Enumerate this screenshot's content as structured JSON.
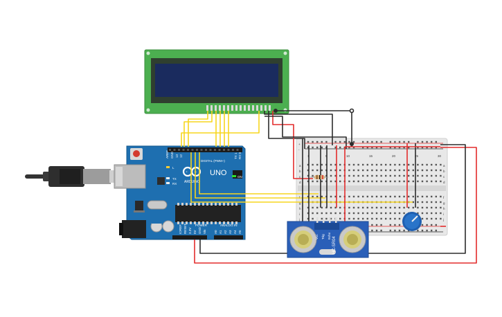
{
  "canvas": {
    "background": "#ffffff"
  },
  "components": {
    "lcd": {
      "name": "16x2 LCD",
      "board_color": "#4caf50",
      "screen_color": "#1a2b5e",
      "pin_count": 16
    },
    "arduino": {
      "name": "Arduino UNO",
      "board_color": "#1e6fb0",
      "logo_text": "ARDUINO",
      "model_text": "UNO",
      "digital_header_label": "DIGITAL (PWM~)",
      "power_label": "POWER",
      "analog_label": "ANALOG IN",
      "on_label": "ON",
      "digital_pins": [
        "AREF",
        "GND",
        "13",
        "12",
        "~11",
        "~10",
        "~9",
        "8",
        "7",
        "~6",
        "~5",
        "4",
        "~3",
        "2",
        "TX 1",
        "RX 0"
      ],
      "power_pins": [
        "IOREF",
        "RESET",
        "3.3V",
        "5V",
        "GND",
        "GND",
        "Vin"
      ],
      "analog_pins": [
        "A0",
        "A1",
        "A2",
        "A3",
        "A4",
        "A5"
      ],
      "side_labels": [
        "L",
        "TX",
        "RX"
      ]
    },
    "usb_cable": {
      "name": "USB cable",
      "color": "#333333"
    },
    "breadboard": {
      "name": "Half breadboard",
      "body_color": "#e8e8e8",
      "columns": 30,
      "row_letters_top": [
        "a",
        "b",
        "c",
        "d",
        "e"
      ],
      "row_letters_bottom": [
        "f",
        "g",
        "h",
        "i",
        "j"
      ],
      "column_labels": [
        "1",
        "5",
        "10",
        "15",
        "20",
        "25",
        "30"
      ],
      "rail_marks": [
        "+",
        "-"
      ]
    },
    "ultrasonic": {
      "name": "HC-SR04",
      "label": "HC-SR04",
      "pins": [
        "Vcc",
        "Trig",
        "Echo",
        "Gnd"
      ],
      "body_color": "#2a5fb8"
    },
    "potentiometer": {
      "name": "Potentiometer",
      "knob_color": "#1f5fb0"
    },
    "resistor": {
      "name": "Resistor"
    }
  },
  "wire_colors": {
    "red": "#e32b2b",
    "black": "#2b2b2b",
    "yellow": "#f7d61e"
  }
}
